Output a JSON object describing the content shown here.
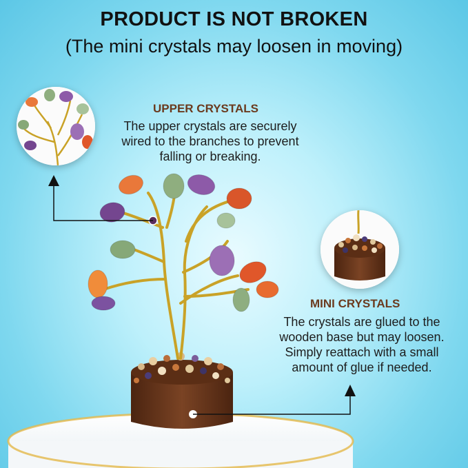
{
  "header": {
    "title": "PRODUCT IS NOT BROKEN",
    "subtitle": "(The mini crystals may loosen in moving)"
  },
  "upper_callout": {
    "heading": "UPPER CRYSTALS",
    "body_lines": [
      "The upper crystals are securely",
      "wired to the branches to prevent",
      "falling or breaking."
    ]
  },
  "mini_callout": {
    "heading": "MINI CRYSTALS",
    "body_lines": [
      "The crystals are glued to the",
      "wooden base but may loosen.",
      "Simply reattach with a small",
      "amount of glue if needed."
    ]
  },
  "colors": {
    "heading_brown": "#6b3a1e",
    "background_center": "#e9fbff",
    "background_edge": "#5cc7e6",
    "branch_gold": "#c9a227",
    "wood": "#6e3b1f",
    "pedestal": "#ffffff",
    "pedestal_rim": "#e3b84a"
  }
}
